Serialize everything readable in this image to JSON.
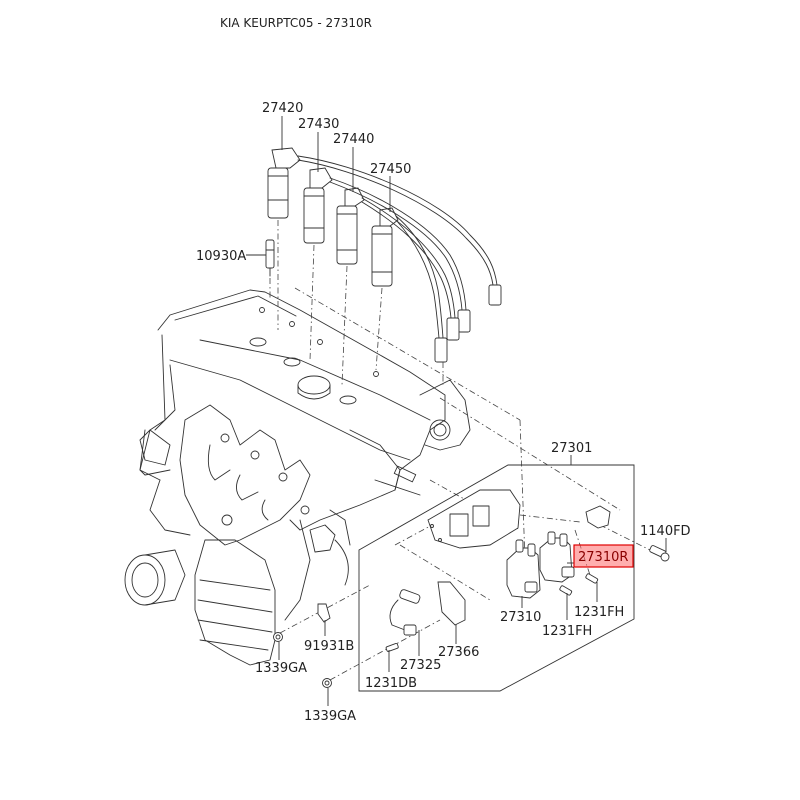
{
  "header": {
    "title": "KIA KEURPTC05 - 27310R"
  },
  "highlight": {
    "part_number": "27310R",
    "color": "#ff6b6b",
    "border_color": "#e00000"
  },
  "parts": {
    "p27420": "27420",
    "p27430": "27430",
    "p27440": "27440",
    "p27450": "27450",
    "p10930A": "10930A",
    "p27301": "27301",
    "p1140FD": "1140FD",
    "p27310R": "27310R",
    "p27310": "27310",
    "p1231FH_a": "1231FH",
    "p1231FH_b": "1231FH",
    "p91931B": "91931B",
    "p1339GA_a": "1339GA",
    "p27325": "27325",
    "p27366": "27366",
    "p1231DB": "1231DB",
    "p1339GA_b": "1339GA"
  },
  "icons": {
    "engine": "engine-block-illustration",
    "ignition_coil": "ignition-coil-illustration",
    "spark_plug": "spark-plug-illustration",
    "cable": "spark-plug-cable-illustration",
    "bolt": "bolt-illustration",
    "nut": "nut-illustration",
    "sensor": "sensor-illustration",
    "bracket": "bracket-illustration"
  }
}
